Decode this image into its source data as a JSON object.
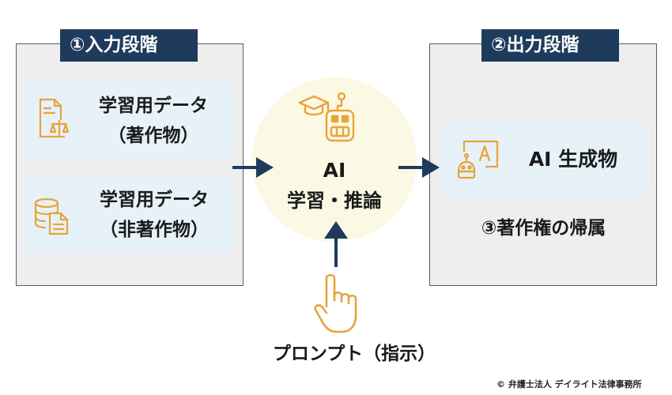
{
  "input_stage": {
    "label": "①入力段階",
    "card1": {
      "line1": "学習用データ",
      "line2": "（著作物）"
    },
    "card2": {
      "line1": "学習用データ",
      "line2": "（非著作物）"
    }
  },
  "ai": {
    "title": "AI",
    "subtitle": "学習・推論"
  },
  "output_stage": {
    "label": "②出力段階",
    "card": "AI 生成物",
    "note": "③著作権の帰属"
  },
  "prompt_label": "プロンプト（指示）",
  "copyright": "© 弁護士法人 デイライト法律事務所",
  "colors": {
    "navy": "#1f3b5c",
    "accent_orange": "#e8a33a",
    "panel_bg": "#eeeeee",
    "card_bg": "#e6f1f8",
    "circle_bg": "#fbf9e3"
  },
  "icons": [
    "document-scale-icon",
    "database-document-icon",
    "graduation-robot-icon",
    "image-robot-icon",
    "pointing-hand-icon"
  ]
}
